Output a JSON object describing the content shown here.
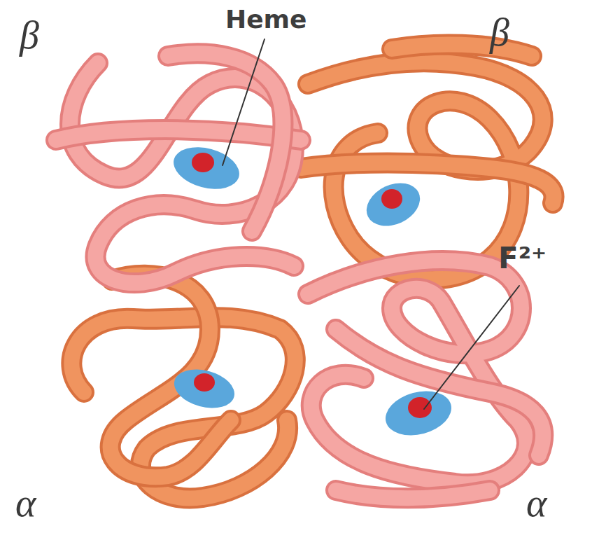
{
  "diagram": {
    "labels": [
      "β",
      "β",
      "Heme",
      "F²⁺",
      "α",
      "α"
    ]
  }
}
